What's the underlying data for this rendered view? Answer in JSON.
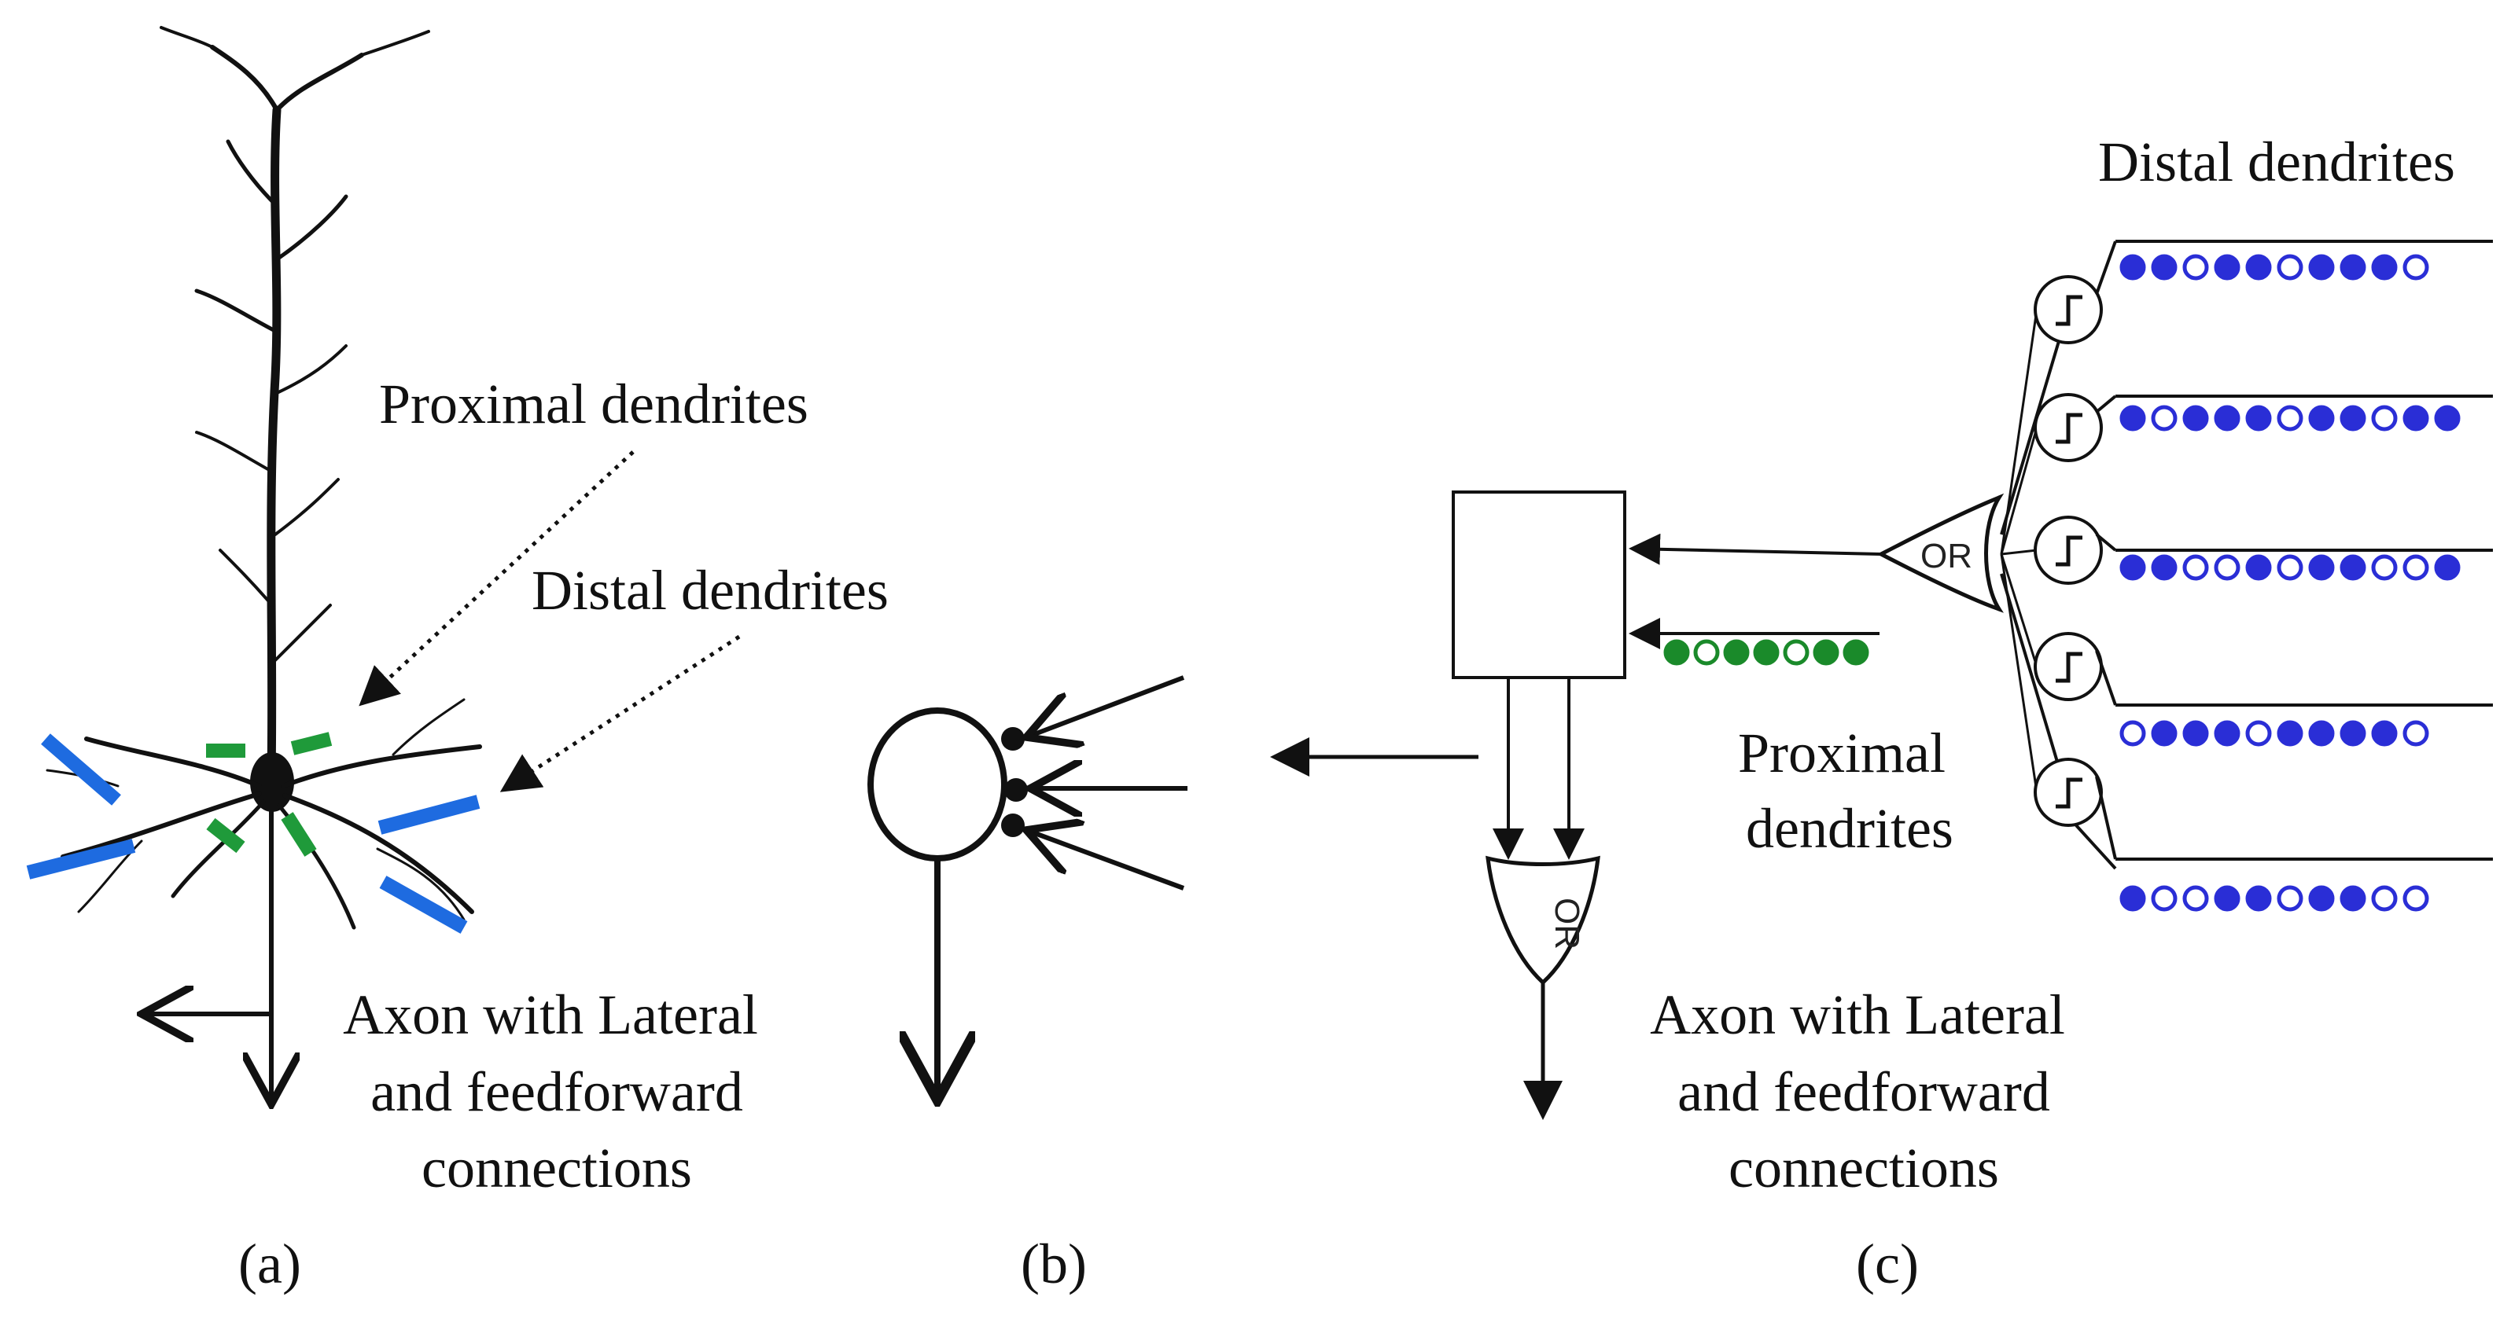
{
  "panel_a": {
    "proximal_label": "Proximal dendrites",
    "distal_label": "Distal dendrites",
    "axon_line1": "Axon with Lateral",
    "axon_line2": "and feedforward",
    "axon_line3": "connections",
    "caption": "(a)"
  },
  "panel_b": {
    "caption": "(b)"
  },
  "panel_c": {
    "distal_label": "Distal dendrites",
    "proximal_line1": "Proximal",
    "proximal_line2": "dendrites",
    "axon_line1": "Axon with Lateral",
    "axon_line2": "and feedforward",
    "axon_line3": "connections",
    "or_gate_label": "OR",
    "or_gate_bottom_label": "OR",
    "caption": "(c)",
    "proximal_synapses": [
      1,
      0,
      1,
      1,
      0,
      1,
      1
    ],
    "distal_segments": [
      [
        1,
        1,
        0,
        1,
        1,
        0,
        1,
        1,
        1,
        0
      ],
      [
        1,
        0,
        1,
        1,
        1,
        0,
        1,
        1,
        0,
        1,
        1
      ],
      [
        1,
        1,
        0,
        0,
        1,
        0,
        1,
        1,
        0,
        0,
        1
      ],
      [
        0,
        1,
        1,
        1,
        0,
        1,
        1,
        1,
        1,
        0
      ],
      [
        1,
        0,
        0,
        1,
        1,
        0,
        1,
        1,
        0,
        0
      ]
    ]
  },
  "colors": {
    "proximal_synapse": "#1a8a2a",
    "distal_synapse": "#2a2ed6",
    "neuron_blue": "#1e6be0",
    "neuron_green": "#1f9a3a"
  }
}
